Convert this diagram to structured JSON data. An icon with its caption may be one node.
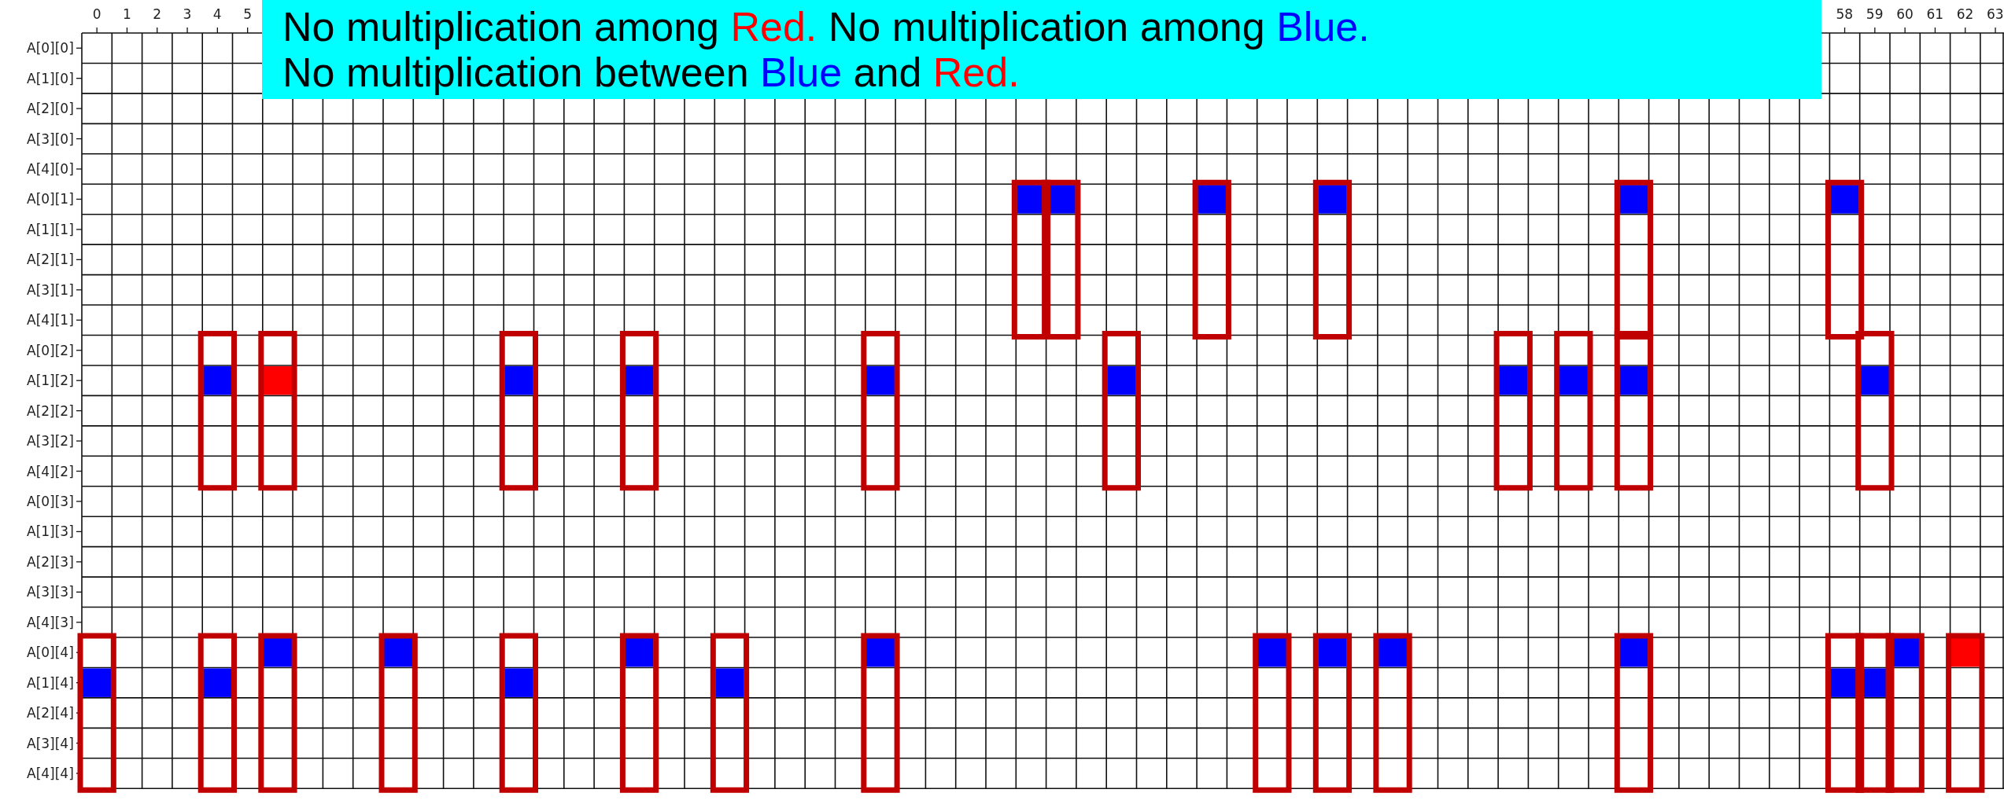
{
  "diagram": {
    "labels": [
      "0",
      "1",
      "2",
      "3",
      "4",
      "5",
      "58",
      "59",
      "60",
      "61",
      "62",
      "63",
      "A[0][0]",
      "A[1][0]",
      "A[2][0]",
      "A[3][0]",
      "A[4][0]",
      "A[0][1]",
      "A[1][1]",
      "A[2][1]",
      "A[3][1]",
      "A[4][1]",
      "A[0][2]",
      "A[1][2]",
      "A[2][2]",
      "A[3][2]",
      "A[4][2]",
      "A[0][3]",
      "A[1][3]",
      "A[2][3]",
      "A[3][3]",
      "A[4][3]",
      "A[0][4]",
      "A[1][4]",
      "A[2][4]",
      "A[3][4]",
      "A[4][4]",
      "No multiplication among Red. No multiplication among Blue.",
      "No multiplication between Blue and Red."
    ]
  }
}
